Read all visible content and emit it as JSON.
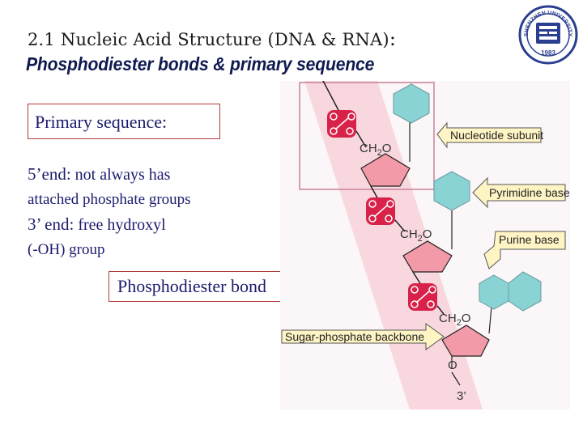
{
  "slide": {
    "title_main": "2.1 Nucleic Acid Structure (DNA & RNA)",
    "title_colon": ":",
    "subtitle": "Phosphodiester bonds & primary sequence",
    "primary_label": "Primary sequence:",
    "five_end_head": "5’end:",
    "five_end_text": " not always has",
    "five_end_text2": "attached phosphate groups",
    "three_end_head": "3’ end:",
    "three_end_text": " free hydroxyl",
    "three_end_text2": "(-OH) group",
    "bond_label": "Phosphodiester  bond"
  },
  "diagram": {
    "label_nucleotide": "Nucleotide subunit",
    "label_pyrimidine": "Pyrimidine base",
    "label_purine": "Purine base",
    "label_backbone": "Sugar-phosphate backbone",
    "ch2_label": "CH",
    "ch2_sub": "2",
    "o_label": "O",
    "three_prime": "3’"
  },
  "colors": {
    "title": "#1a1a1a",
    "subtitle": "#0f1a50",
    "body_text": "#1b1b6e",
    "box_border": "#b23a3a",
    "sugar": "#f29aa8",
    "base": "#89d3d4",
    "phosphate": "#d9224a",
    "callout": "#fff4c4",
    "arrow": "#1f2a8c"
  },
  "logo": {
    "text": "SHENZHEN UNIVERSITY",
    "year": "1983"
  }
}
